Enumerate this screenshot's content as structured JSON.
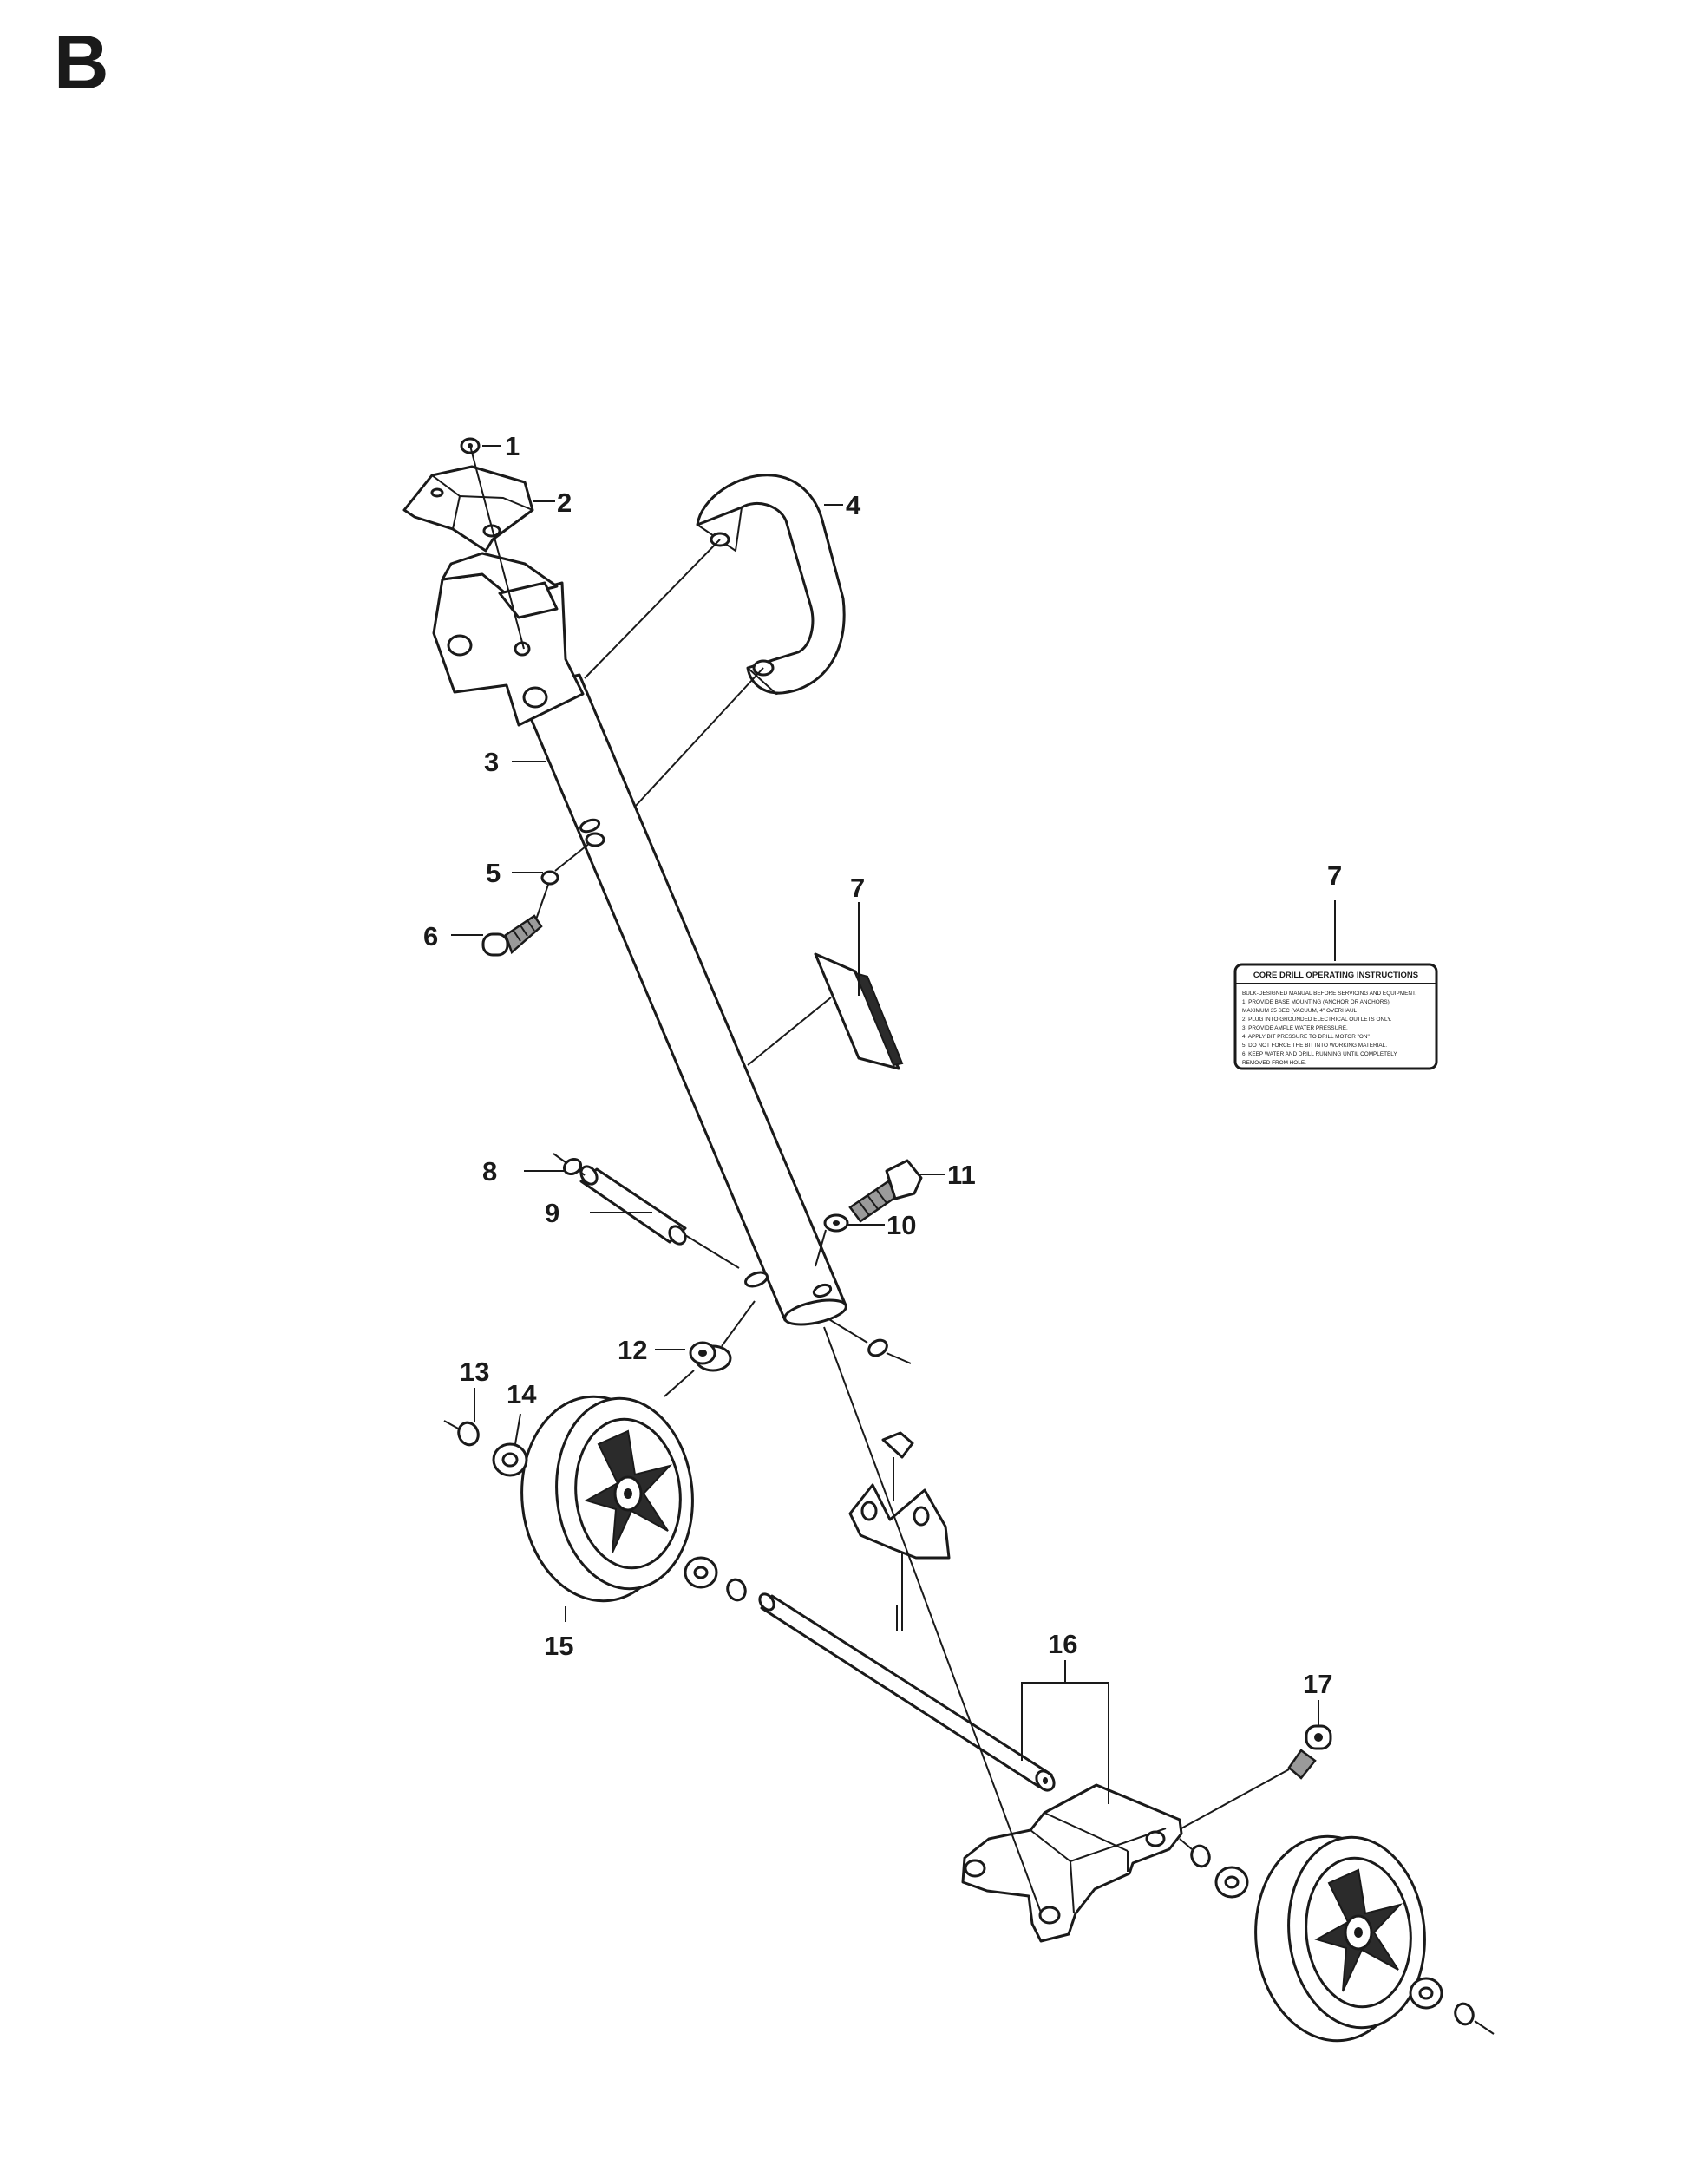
{
  "page": {
    "section_letter": "B"
  },
  "callouts": {
    "c1": "1",
    "c2": "2",
    "c3": "3",
    "c4": "4",
    "c5": "5",
    "c6": "6",
    "c7a": "7",
    "c7b": "7",
    "c8": "8",
    "c9": "9",
    "c10": "10",
    "c11": "11",
    "c12": "12",
    "c13": "13",
    "c14": "14",
    "c15": "15",
    "c16": "16",
    "c17": "17"
  },
  "label_decal": {
    "title": "CORE DRILL OPERATING INSTRUCTIONS",
    "lines": [
      "BULK-DESIGNED MANUAL BEFORE SERVICING AND EQUIPMENT.",
      "1. PROVIDE BASE MOUNTING (ANCHOR OR ANCHORS),",
      "   MAXIMUM 35 SEC (VACUUM, 4\" OVERHAUL",
      "2. PLUG INTO GROUNDED ELECTRICAL OUTLETS ONLY.",
      "3. PROVIDE AMPLE WATER PRESSURE.",
      "4. APPLY BIT PRESSURE TO DRILL MOTOR \"ON\"",
      "5. DO NOT FORCE THE BIT INTO WORKING MATERIAL.",
      "6. KEEP WATER AND DRILL RUNNING UNTIL COMPLETELY",
      "   REMOVED FROM HOLE."
    ]
  }
}
